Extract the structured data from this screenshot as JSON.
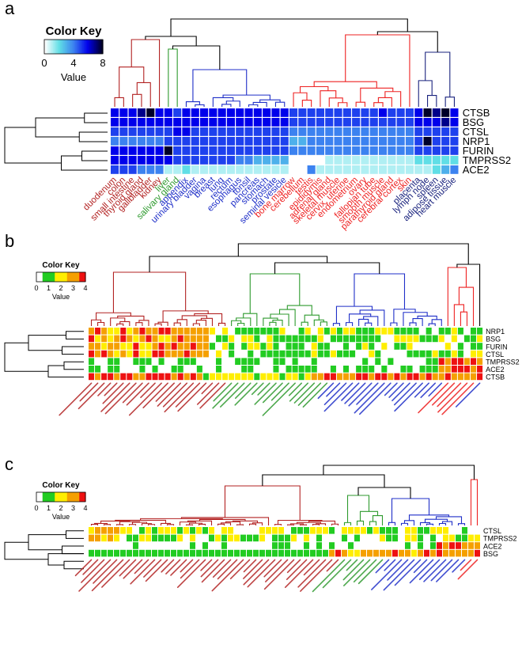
{
  "panels": [
    {
      "label": "a",
      "key": {
        "title": "Color Key",
        "ticks": [
          "0",
          "4",
          "8"
        ],
        "value_label": "Value",
        "scale": "blue",
        "max": 8
      },
      "genes": [
        "CTSB",
        "BSG",
        "CTSL",
        "NRP1",
        "FURIN",
        "TMPRSS2",
        "ACE2"
      ],
      "tissues": [
        {
          "n": "duodenum",
          "c": "#b22222"
        },
        {
          "n": "colon",
          "c": "#b22222"
        },
        {
          "n": "small intestine",
          "c": "#b22222"
        },
        {
          "n": "thyroid gland",
          "c": "#b22222"
        },
        {
          "n": "gallbladder",
          "c": "#b22222"
        },
        {
          "n": "kidney",
          "c": "#b22222"
        },
        {
          "n": "liver",
          "c": "#2e9a2e"
        },
        {
          "n": "salivary gland",
          "c": "#2e9a2e"
        },
        {
          "n": "appendix",
          "c": "#1f2fc8"
        },
        {
          "n": "urinary bladder",
          "c": "#1f2fc8"
        },
        {
          "n": "vagina",
          "c": "#1f2fc8"
        },
        {
          "n": "breast",
          "c": "#1f2fc8"
        },
        {
          "n": "lung",
          "c": "#1f2fc8"
        },
        {
          "n": "rectum",
          "c": "#1f2fc8"
        },
        {
          "n": "esophagus",
          "c": "#1f2fc8"
        },
        {
          "n": "tonsil",
          "c": "#1f2fc8"
        },
        {
          "n": "pancreas",
          "c": "#1f2fc8"
        },
        {
          "n": "stomach",
          "c": "#1f2fc8"
        },
        {
          "n": "prostate",
          "c": "#1f2fc8"
        },
        {
          "n": "seminal vesicle",
          "c": "#1f2fc8"
        },
        {
          "n": "bone marrow",
          "c": "#ee2222"
        },
        {
          "n": "cerebellum",
          "c": "#ee2222"
        },
        {
          "n": "testis",
          "c": "#ee2222"
        },
        {
          "n": "epididymis",
          "c": "#ee2222"
        },
        {
          "n": "adrenal gland",
          "c": "#ee2222"
        },
        {
          "n": "skeletal muscle",
          "c": "#ee2222"
        },
        {
          "n": "cervix, uterine",
          "c": "#ee2222"
        },
        {
          "n": "endometrium",
          "c": "#ee2222"
        },
        {
          "n": "ovary",
          "c": "#ee2222"
        },
        {
          "n": "fallopian tube",
          "c": "#ee2222"
        },
        {
          "n": "smooth muscle",
          "c": "#ee2222"
        },
        {
          "n": "parathyroid gland",
          "c": "#ee2222"
        },
        {
          "n": "cerebral cortex",
          "c": "#ee2222"
        },
        {
          "n": "skin",
          "c": "#ee2222"
        },
        {
          "n": "placenta",
          "c": "#1a237e"
        },
        {
          "n": "lymph node",
          "c": "#1a237e"
        },
        {
          "n": "spleen",
          "c": "#1a237e"
        },
        {
          "n": "adipose tissue",
          "c": "#1a237e"
        },
        {
          "n": "heart muscle",
          "c": "#1a237e"
        }
      ],
      "values": [
        [
          6,
          6,
          6,
          7,
          8,
          6,
          6,
          5,
          6,
          6,
          6,
          6,
          6,
          6,
          6,
          6,
          6,
          6,
          6,
          6,
          5,
          5,
          5,
          5,
          5,
          5,
          5,
          5,
          5,
          5,
          6,
          5,
          5,
          5,
          6,
          8,
          7,
          8,
          6
        ],
        [
          6,
          6,
          6,
          6,
          6,
          6,
          6,
          6,
          6,
          6,
          6,
          6,
          6,
          6,
          6,
          6,
          6,
          6,
          6,
          6,
          5,
          5,
          5,
          5,
          5,
          5,
          5,
          5,
          5,
          5,
          5,
          5,
          5,
          5,
          6,
          6,
          6,
          7,
          6
        ],
        [
          5,
          5,
          5,
          5,
          5,
          5,
          5,
          6,
          6,
          5,
          5,
          5,
          5,
          5,
          5,
          5,
          5,
          5,
          5,
          5,
          4,
          4,
          4,
          4,
          4,
          4,
          4,
          4,
          4,
          4,
          4,
          4,
          4,
          4,
          5,
          5,
          5,
          5,
          5
        ],
        [
          4,
          4,
          4,
          4,
          4,
          4,
          5,
          5,
          5,
          5,
          5,
          5,
          5,
          5,
          5,
          5,
          5,
          5,
          5,
          5,
          3,
          3,
          4,
          4,
          4,
          4,
          4,
          4,
          4,
          4,
          4,
          4,
          4,
          4,
          5,
          8,
          5,
          5,
          5
        ],
        [
          6,
          6,
          6,
          6,
          6,
          6,
          8,
          5,
          5,
          5,
          5,
          5,
          5,
          5,
          5,
          5,
          5,
          5,
          5,
          5,
          4,
          4,
          4,
          4,
          4,
          4,
          4,
          4,
          4,
          4,
          4,
          4,
          4,
          4,
          5,
          5,
          5,
          5,
          5
        ],
        [
          6,
          6,
          6,
          6,
          6,
          6,
          6,
          5,
          5,
          5,
          5,
          5,
          5,
          5,
          4,
          4,
          3,
          3,
          3,
          3,
          0,
          0,
          0,
          0,
          1,
          1,
          1,
          1,
          1,
          1,
          1,
          1,
          1,
          1,
          2,
          2,
          2,
          2,
          2
        ],
        [
          5,
          5,
          5,
          4,
          4,
          4,
          1,
          1,
          2,
          1,
          1,
          1,
          1,
          1,
          1,
          1,
          1,
          1,
          1,
          1,
          0,
          0,
          4,
          1,
          1,
          1,
          1,
          1,
          1,
          1,
          1,
          1,
          1,
          1,
          1,
          1,
          2,
          3,
          4
        ]
      ]
    },
    {
      "label": "b",
      "key": {
        "title": "Color Key",
        "ticks": [
          "0",
          "1",
          "2",
          "3",
          "4"
        ],
        "value_label": "Value",
        "scale": "heat",
        "max": 4
      },
      "genes": [
        "NRP1",
        "BSG",
        "FURIN",
        "CTSL",
        "TMPRSS2",
        "ACE2",
        "CTSB"
      ]
    },
    {
      "label": "c",
      "key": {
        "title": "Color Key",
        "ticks": [
          "0",
          "1",
          "2",
          "3",
          "4"
        ],
        "value_label": "Value",
        "scale": "heat",
        "max": 4
      },
      "genes": [
        "CTSL",
        "TMPRSS2",
        "ACE2",
        "BSG"
      ]
    }
  ]
}
